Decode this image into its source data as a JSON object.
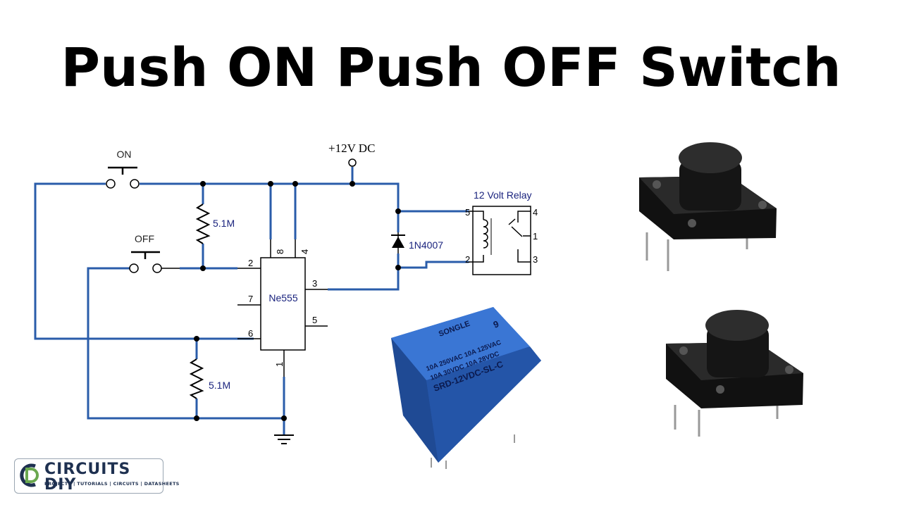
{
  "title": "Push ON Push OFF Switch",
  "schematic": {
    "supply_label": "+12V DC",
    "on_switch_label": "ON",
    "off_switch_label": "OFF",
    "resistor_top_label": "5.1M",
    "resistor_bottom_label": "5.1M",
    "ic_label": "Ne555",
    "diode_label": "1N4007",
    "relay_label": "12 Volt Relay",
    "ic_pins": [
      "8",
      "4",
      "2",
      "7",
      "6",
      "3",
      "5",
      "1"
    ],
    "relay_pins": [
      "5",
      "4",
      "1",
      "2",
      "3"
    ],
    "wire_color": "#2a5caa"
  },
  "relay_photo": {
    "brand": "SONGLE",
    "rating_1": "10A 250VAC  10A 125VAC",
    "rating_2": "10A 30VDC  10A 28VDC",
    "model": "SRD-12VDC-SL-C",
    "number": "9",
    "body_color": "#2f66c4"
  },
  "logo": {
    "name": "CIRCUITS DIY",
    "tagline": "PROJECTS | TUTORIALS | CIRCUITS | DATASHEETS"
  }
}
